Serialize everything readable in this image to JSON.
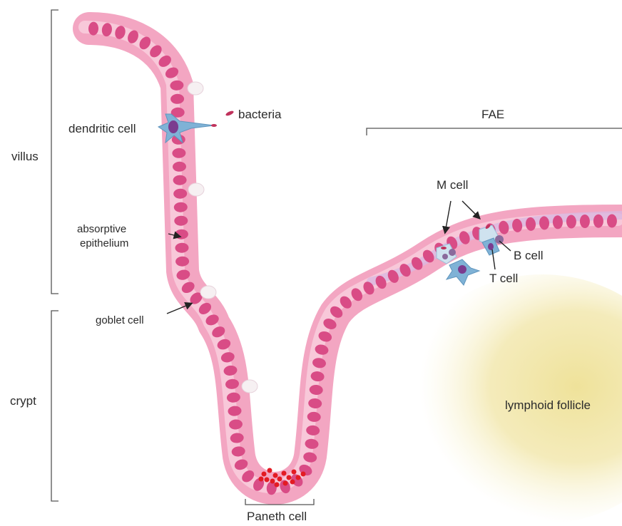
{
  "labels": {
    "villus": "villus",
    "crypt": "crypt",
    "dendritic_cell": "dendritic cell",
    "bacteria": "bacteria",
    "absorptive_epithelium_line1": "absorptive",
    "absorptive_epithelium_line2": "epithelium",
    "goblet_cell": "goblet cell",
    "paneth_cell": "Paneth cell",
    "fae": "FAE",
    "m_cell": "M cell",
    "b_cell": "B cell",
    "t_cell": "T cell",
    "lymphoid_follicle": "lymphoid follicle"
  },
  "colors": {
    "epithelium_outer": "#f3a6c2",
    "epithelium_inner": "#f8c8d9",
    "nucleus": "#d94c86",
    "fae_band": "#d9b8e0",
    "follicle": "#f1e7a8",
    "immune_cell": "#7fb2d6",
    "paneth_granule": "#e31b23",
    "goblet": "#f6f0f2"
  }
}
